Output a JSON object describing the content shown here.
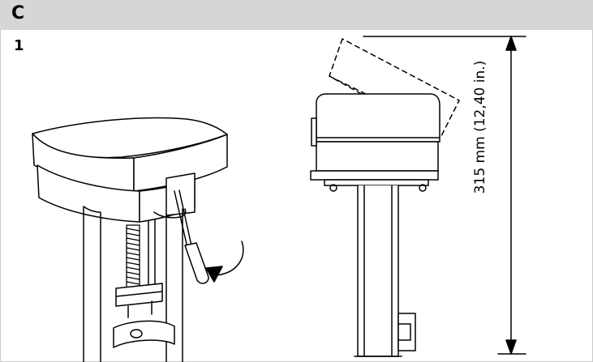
{
  "section": {
    "letter": "C"
  },
  "figure": {
    "number": "1"
  },
  "dimension": {
    "label": "315 mm (12,40 in.)"
  }
}
